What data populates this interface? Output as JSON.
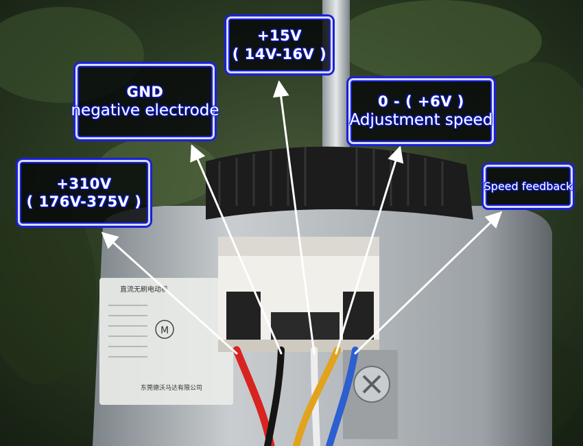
{
  "labels": {
    "power": {
      "line1": "+310V",
      "line2": "( 176V-375V )"
    },
    "gnd": {
      "line1": "GND",
      "line2": "negative electrode"
    },
    "vcc": {
      "line1": "+15V",
      "line2": "( 14V-16V )"
    },
    "speed_control": {
      "line1": "0 - ( +6V )",
      "line2": "Adjustment speed"
    },
    "feedback": {
      "line1": "Speed feedback"
    }
  },
  "motor_sticker": {
    "title": "直流无刷电动机",
    "footer": "东莞德沃马达有限公司",
    "symbol": "M"
  },
  "wire_colors": {
    "red": "#d8231f",
    "black": "#151515",
    "white": "#eeeeee",
    "yellow": "#e2a21c",
    "blue": "#2c5fd0"
  },
  "icons": {
    "connector": "plug-connector",
    "screw": "phillips-screw"
  }
}
